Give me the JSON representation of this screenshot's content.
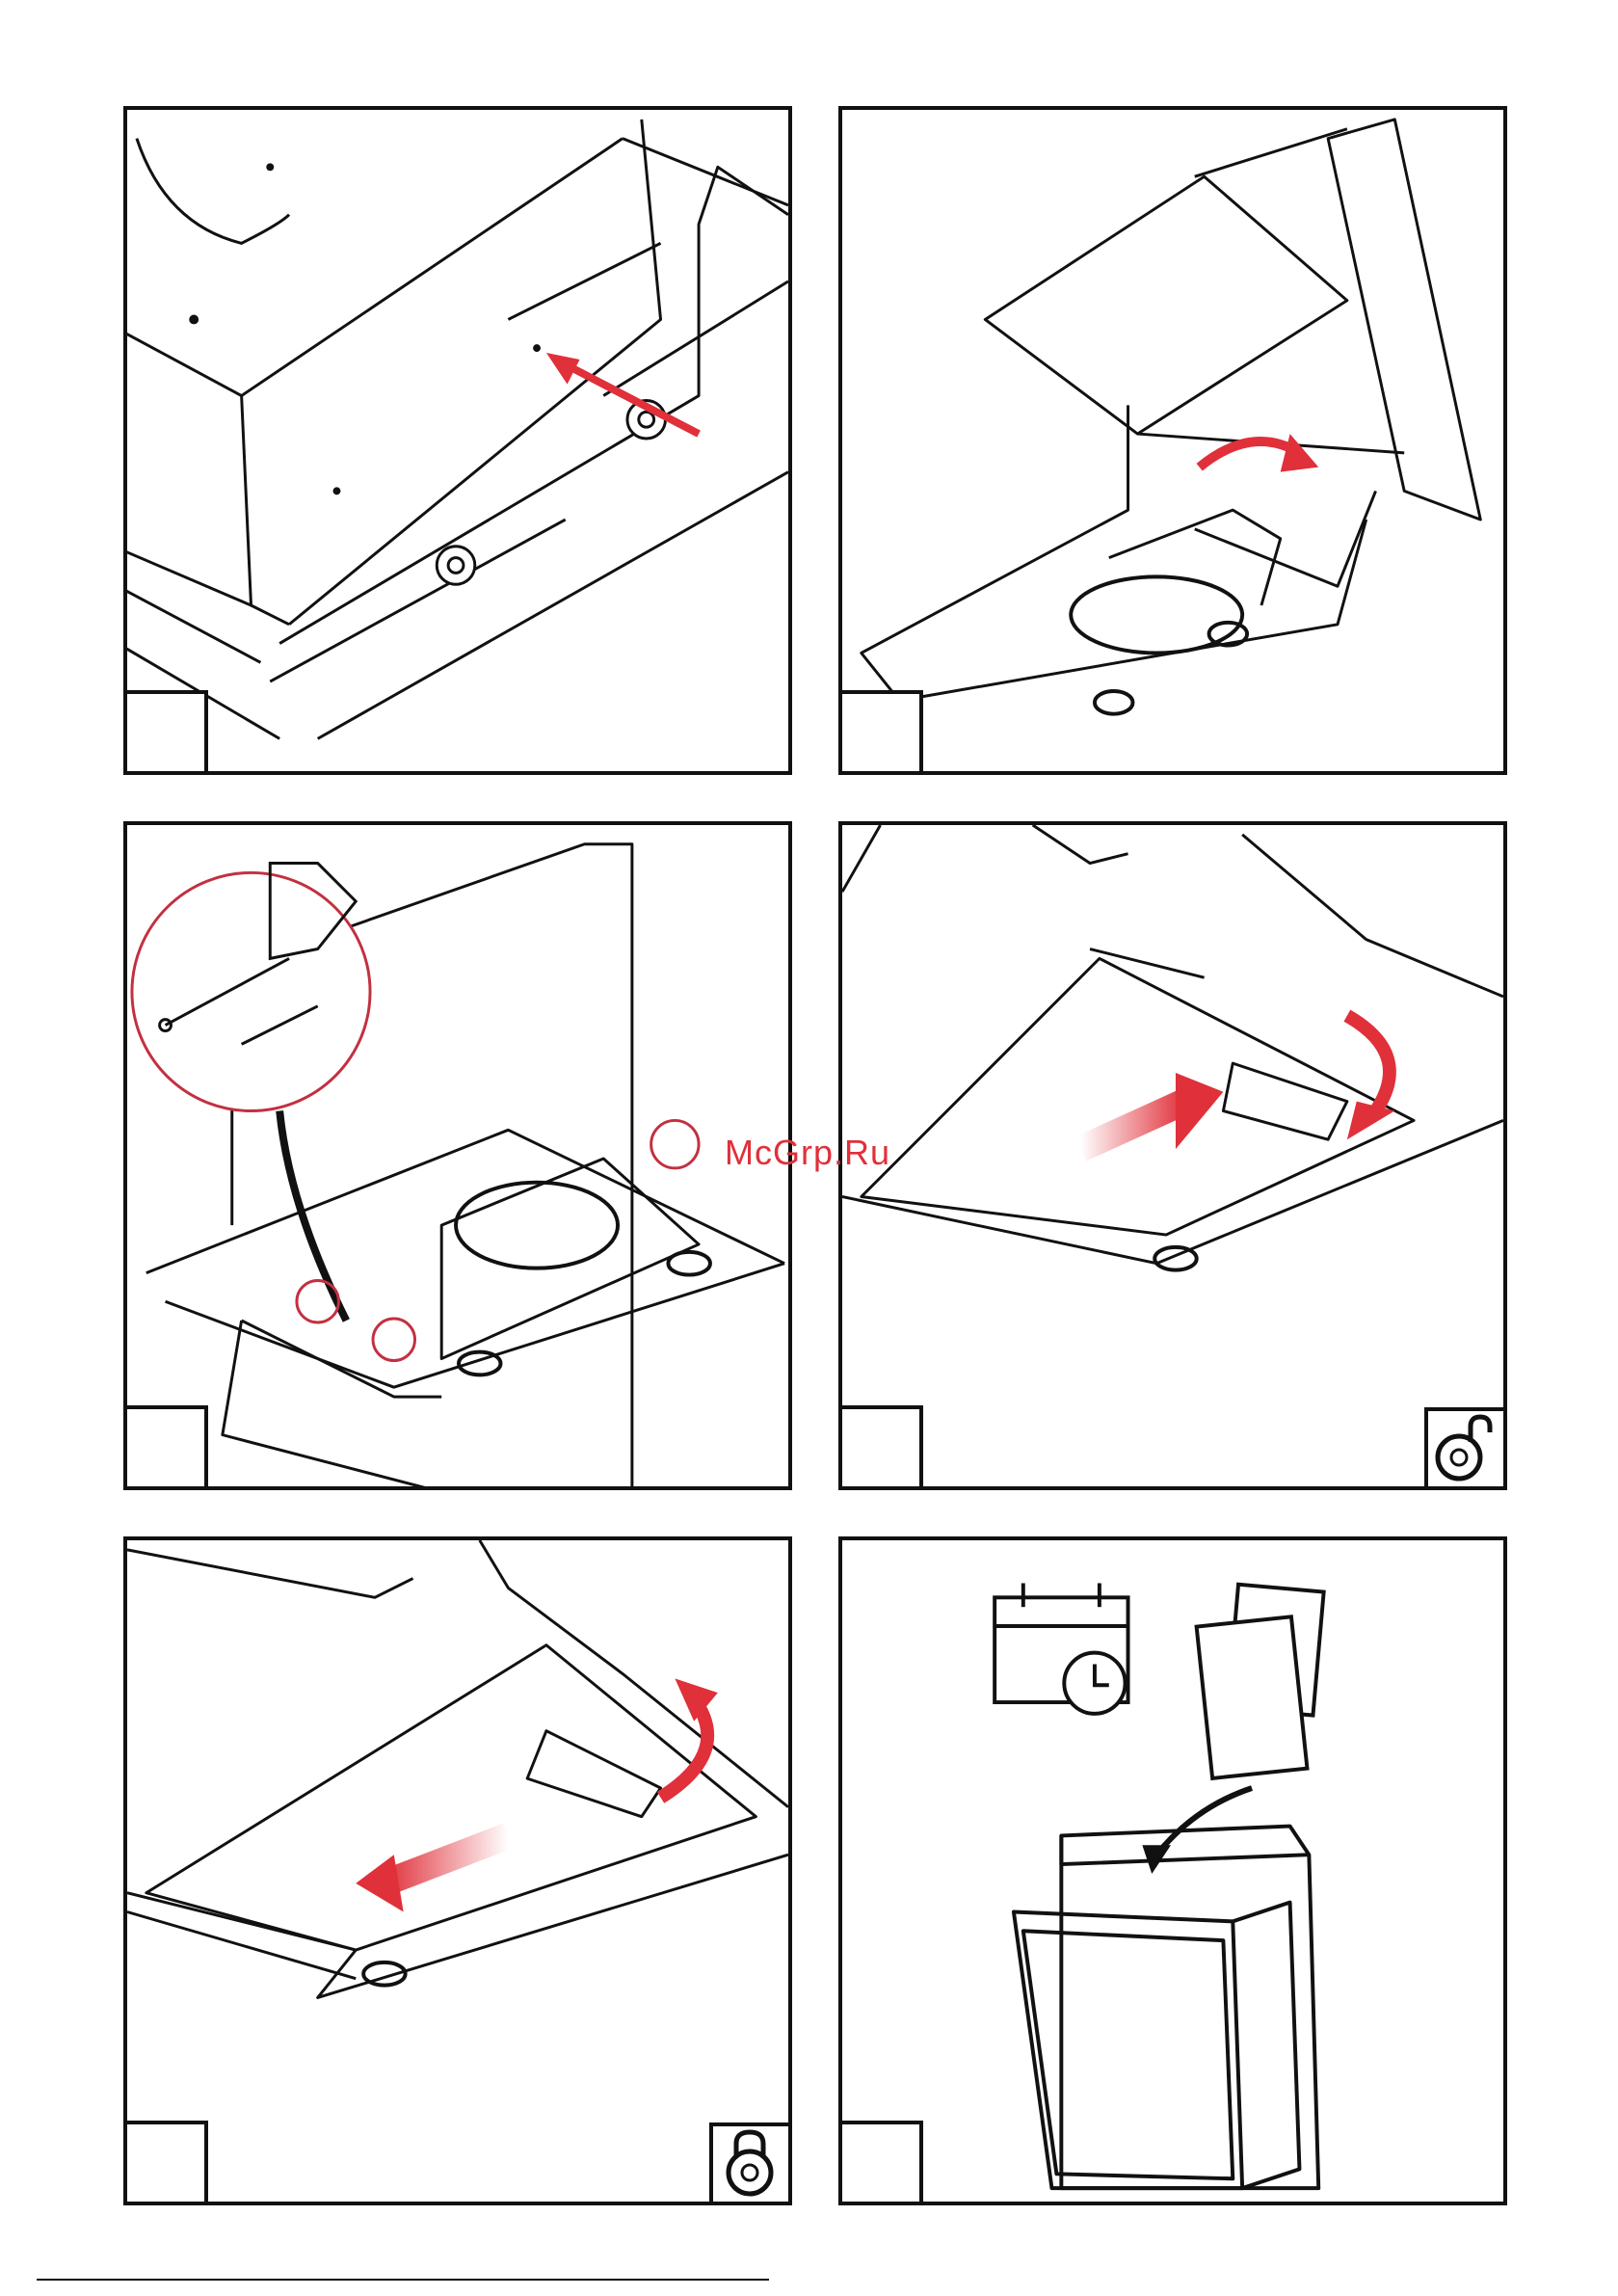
{
  "watermark": {
    "text": "McGrp.Ru"
  },
  "colors": {
    "line": "#111111",
    "accent_red": "#e0303a"
  },
  "panels": [
    {
      "id": 1,
      "content": "mounting-screws-insertion",
      "lock_icon": ""
    },
    {
      "id": 2,
      "content": "hood-glass-panel-lift",
      "lock_icon": ""
    },
    {
      "id": 3,
      "content": "detail-magnifier-screws",
      "lock_icon": ""
    },
    {
      "id": 4,
      "content": "filter-removal",
      "lock_icon": "lock-open-icon"
    },
    {
      "id": 5,
      "content": "filter-insertion",
      "lock_icon": "lock-closed-icon"
    },
    {
      "id": 6,
      "content": "dishwasher-filter-cleaning",
      "lock_icon": ""
    }
  ]
}
